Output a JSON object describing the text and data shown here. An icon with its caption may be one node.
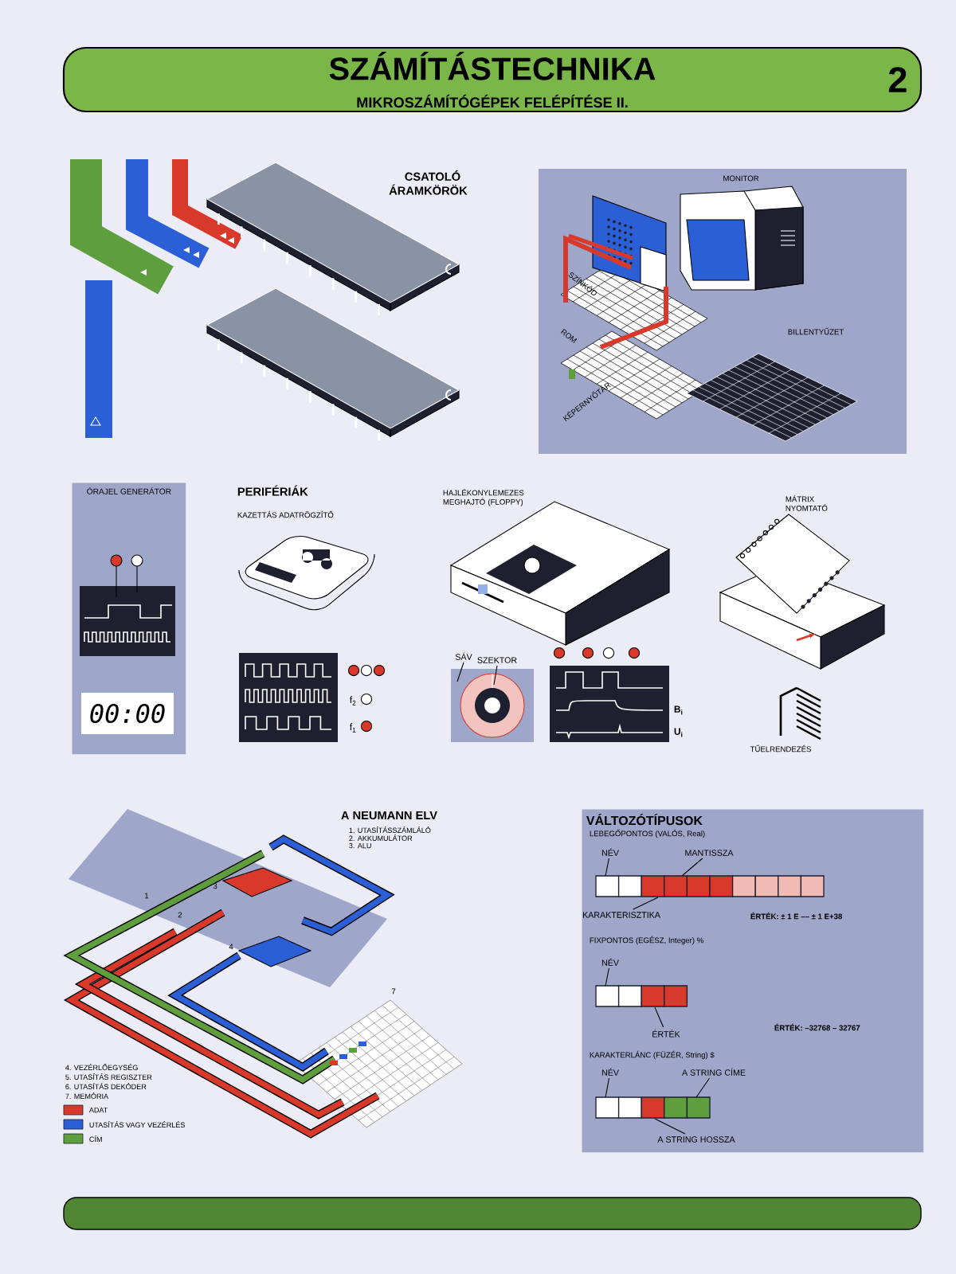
{
  "diagram": {
    "nodes": [
      {
        "text": [
          "SZÁMÍTÁSTECHNIKA",
          "MIKROSZÁMÍTÓGÉPEK FELÉPÍTÉSE II.",
          "2"
        ]
      },
      {
        "text": [
          "ÓRAJEL GENERÁTOR"
        ]
      },
      {
        "text": [
          "00:00"
        ],
        "in": 1
      },
      {
        "text": [
          "SÁV"
        ]
      },
      {
        "text": [
          "SZEKTOR"
        ]
      },
      {
        "text": [
          "VÁLTOZÓTÍPUSOK"
        ]
      },
      {
        "text": [
          "NÉV"
        ],
        "in": 5
      },
      {
        "text": [
          "MANTISSZA"
        ],
        "in": 5
      },
      {
        "text": [
          "KARAKTERISZTIKA"
        ],
        "in": 5
      },
      {
        "text": [
          "NÉV"
        ],
        "in": 5
      },
      {
        "text": [
          "ÉRTÉK"
        ],
        "in": 5
      },
      {
        "text": [
          "NÉV"
        ],
        "in": 5
      },
      {
        "text": [
          "A STRING CÍME"
        ],
        "in": 5
      },
      {
        "text": [
          "A STRING HOSSZA"
        ],
        "in": 5
      },
      {
        "text": [],
        "shape": "bar",
        "in": 5
      },
      {
        "text": [],
        "shape": "bar",
        "in": 5
      },
      {
        "text": [],
        "shape": "bar",
        "in": 5
      }
    ],
    "edges": [
      {
        "from": 3,
        "to": null,
        "arrow": "none"
      },
      {
        "from": 4,
        "to": null,
        "arrow": "none"
      },
      {
        "from": 6,
        "to": 14,
        "arrow": "none"
      },
      {
        "from": 7,
        "to": 14,
        "arrow": "none"
      },
      {
        "from": 8,
        "to": 14,
        "arrow": "none"
      },
      {
        "from": 9,
        "to": 15,
        "arrow": "none"
      },
      {
        "from": 10,
        "to": 15,
        "arrow": "none"
      },
      {
        "from": 11,
        "to": 16,
        "arrow": "none"
      },
      {
        "from": 12,
        "to": 16,
        "arrow": "none"
      },
      {
        "from": 13,
        "to": 16,
        "arrow": "none"
      }
    ],
    "labels": [
      "CSATOLÓ ÁRAMKÖRÖK",
      "MONITOR",
      "SZÍNKÓD",
      "ROM",
      "KÉPERNYŐTÁR",
      "BILLENTYŰZET",
      "PERIFÉRIÁK",
      "KAZETTÁS ADATRÖGZÍTŐ",
      "f$_{2}$",
      "f$_{1}$",
      "HAJLÉKONYLEMEZES MEGHAJTÓ (FLOPPY)",
      "B$_{i}$",
      "U$_{i}$",
      "MÁTRIX NYOMTATÓ",
      "TŰELRENDEZÉS",
      "A NEUMANN ELV",
      "1. UTASÍTÁSSZÁMLÁLÓ",
      "2. AKKUMULÁTOR",
      "3. ALU",
      "4. VEZÉRLŐEGYSÉG",
      "5. UTASÍTÁS REGISZTER",
      "6. UTASÍTÁS DEKÓDER",
      "7. MEMÓRIA",
      "1",
      "2",
      "3",
      "4",
      "7",
      "LEBEGŐPONTOS (VALÓS, Real)",
      "ÉRTÉK: ± 1 E –– ± 1 E+38",
      "FIXPONTOS (EGÉSZ, Integer) %",
      "ÉRTÉK: –32768 – 32767",
      "KARAKTERLÁNC (FÜZÉR, String) $"
    ],
    "legend": [
      {
        "text": "ADAT",
        "color": "#d8392b"
      },
      {
        "text": "UTASÍTÁS VAGY VEZÉRLÉS",
        "color": "#2b5fd6"
      },
      {
        "text": "CÍM",
        "color": "#5f9e3c"
      }
    ]
  }
}
